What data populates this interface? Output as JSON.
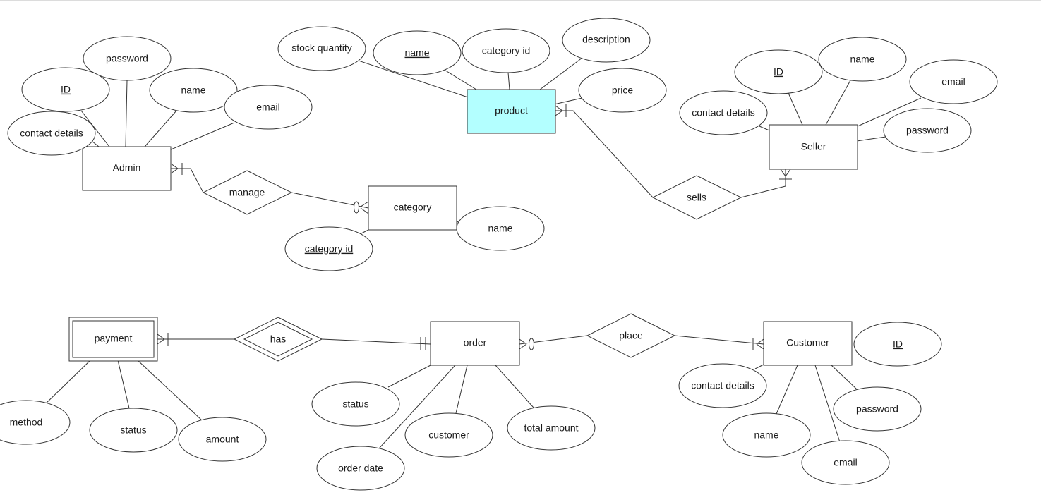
{
  "colors": {
    "highlight_fill": "#b3ffff",
    "stroke": "#333333",
    "background": "#ffffff"
  },
  "entities": {
    "admin": "Admin",
    "product": "product",
    "seller": "Seller",
    "category": "category",
    "payment": "payment",
    "order": "order",
    "customer": "Customer"
  },
  "relationships": {
    "manage": "manage",
    "sells": "sells",
    "has": "has",
    "place": "place"
  },
  "attributes": {
    "admin": {
      "id": "ID",
      "password": "password",
      "name": "name",
      "email": "email",
      "contact_details": "contact details"
    },
    "product": {
      "stock_quantity": "stock quantity",
      "name": "name",
      "category_id": "category id",
      "description": "description",
      "price": "price"
    },
    "seller": {
      "id": "ID",
      "name": "name",
      "email": "email",
      "contact_details": "contact details",
      "password": "password"
    },
    "category": {
      "name": "name",
      "category_id": "category id"
    },
    "payment": {
      "method": "method",
      "status": "status",
      "amount": "amount"
    },
    "order": {
      "status": "status",
      "customer": "customer",
      "total_amount": "total amount",
      "order_date": "order date"
    },
    "customer": {
      "id": "ID",
      "contact_details": "contact details",
      "password": "password",
      "name": "name",
      "email": "email"
    }
  }
}
